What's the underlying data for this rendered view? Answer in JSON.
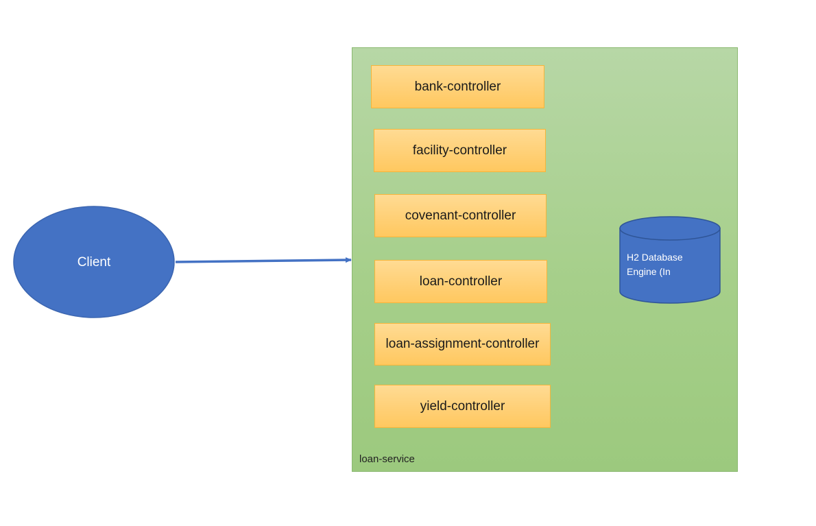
{
  "client": {
    "label": "Client"
  },
  "service": {
    "label": "loan-service",
    "controllers": [
      {
        "label": "bank-controller"
      },
      {
        "label": "facility-controller"
      },
      {
        "label": "covenant-controller"
      },
      {
        "label": "loan-controller"
      },
      {
        "label": "loan-assignment-controller"
      },
      {
        "label": "yield-controller"
      }
    ]
  },
  "database": {
    "line1": "H2 Database",
    "line2": "Engine (In"
  },
  "colors": {
    "client_fill": "#4472c4",
    "service_fill": "#a9d18e",
    "controller_fill": "#ffd966",
    "database_fill": "#4472c4",
    "arrow": "#4472c4"
  }
}
